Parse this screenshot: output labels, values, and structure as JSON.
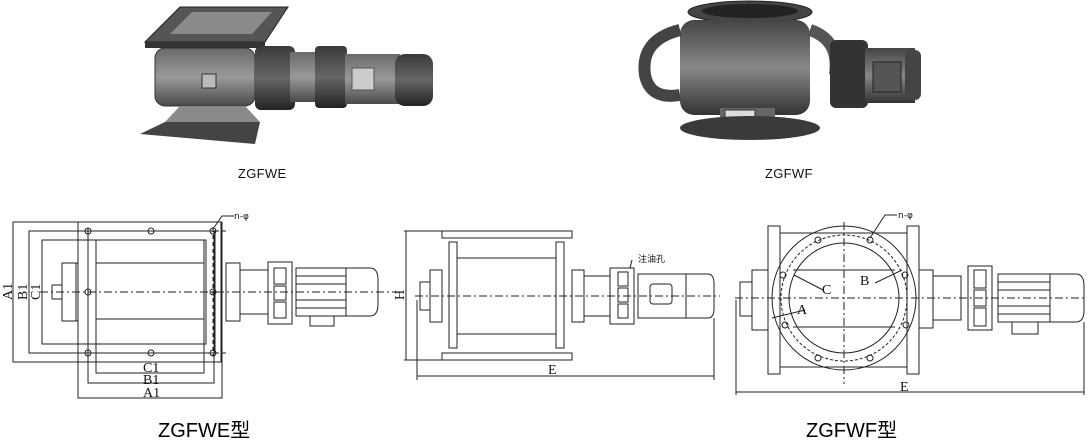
{
  "photos": [
    {
      "caption": "ZGFWE",
      "subject": "rotary valve with square flange and geared motor"
    },
    {
      "caption": "ZGFWF",
      "subject": "rotary valve with round flange and geared motor"
    }
  ],
  "drawings": {
    "zgfwe_plan": {
      "title": "ZGFWE型",
      "labels": {
        "a1_v": "A1",
        "b1_v": "B1",
        "c1_v": "C1",
        "c1_h": "C1",
        "b1_h": "B1",
        "a1_h": "A1",
        "holes": "n-φ"
      }
    },
    "side_view": {
      "labels": {
        "h": "H",
        "e": "E",
        "oil_hole": "注油孔"
      }
    },
    "zgfwf_plan": {
      "title": "ZGFWF型",
      "labels": {
        "a": "A",
        "b": "B",
        "c": "C",
        "e": "E",
        "holes": "n-φ"
      }
    }
  }
}
